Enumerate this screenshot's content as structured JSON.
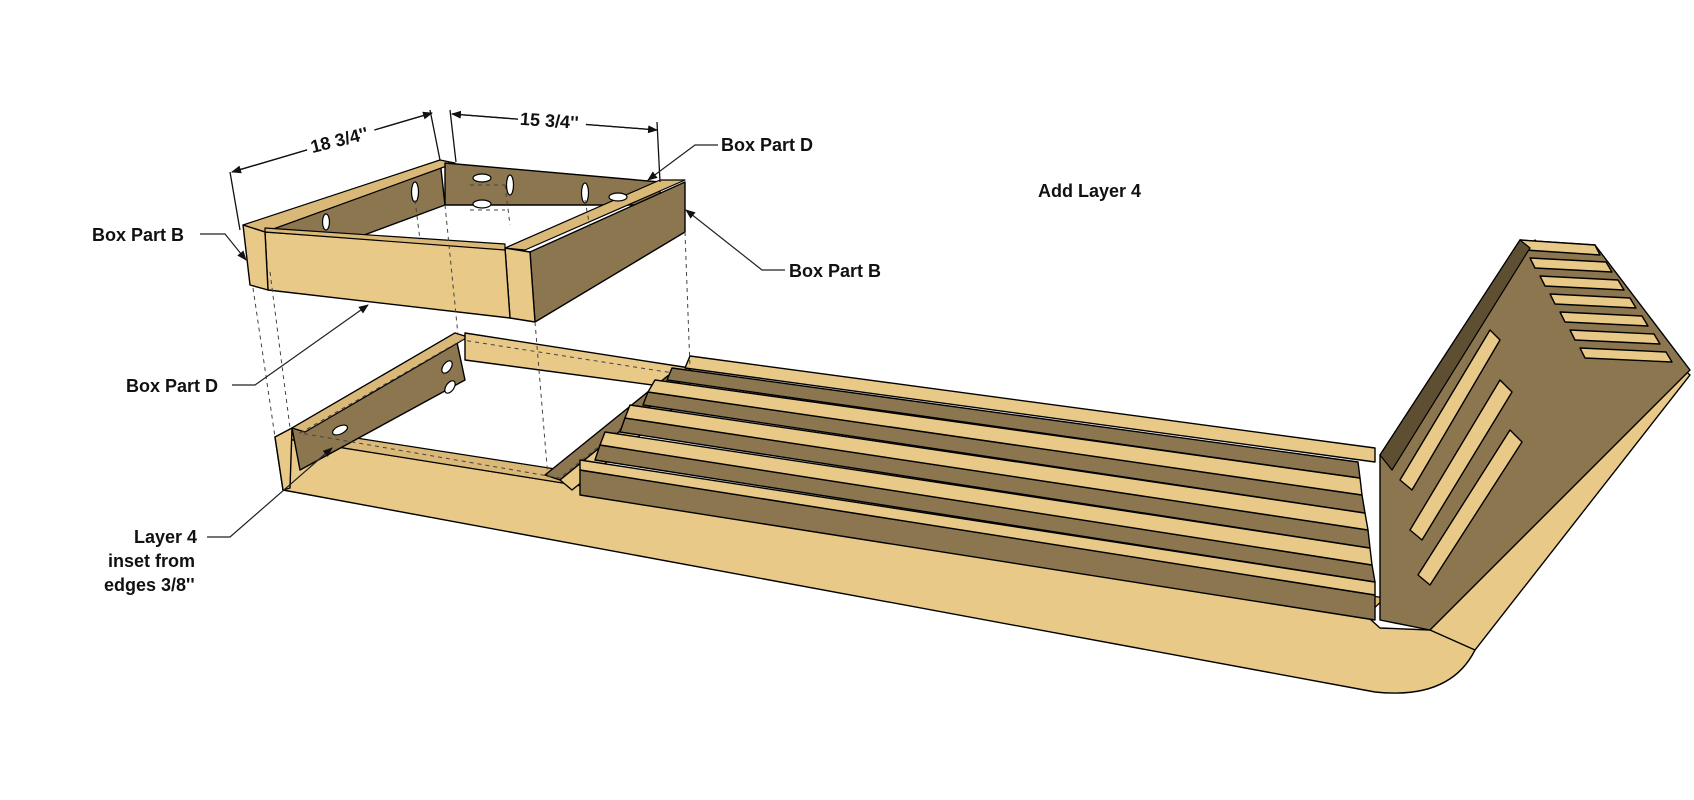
{
  "title": "Add Layer 4",
  "dimensions": {
    "width": "18 3/4''",
    "depth": "15 3/4''"
  },
  "callouts": {
    "box_part_d_top": "Box Part D",
    "box_part_b_left": "Box Part B",
    "box_part_b_right": "Box Part B",
    "box_part_d_front": "Box Part D",
    "layer4_line1": "Layer 4",
    "layer4_line2": "inset from",
    "layer4_line3": "edges 3/8''"
  },
  "colors": {
    "wood_light": "#E8C987",
    "wood_dark": "#8C7650"
  }
}
